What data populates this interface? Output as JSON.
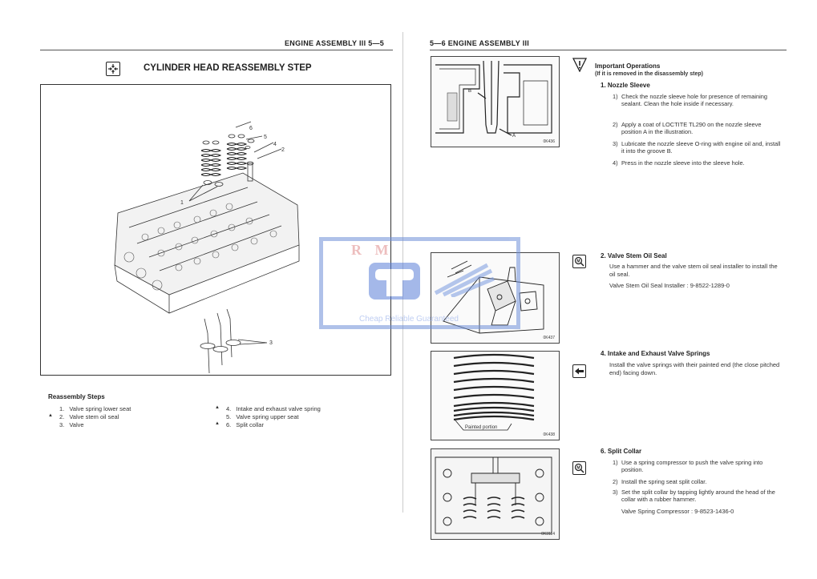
{
  "left_page": {
    "header": "ENGINE ASSEMBLY III 5—5",
    "title": "CYLINDER HEAD REASSEMBLY STEP",
    "callouts": [
      "6",
      "5",
      "4",
      "2",
      "1",
      "3"
    ],
    "reassembly_title": "Reassembly Steps",
    "steps": [
      {
        "num": "1.",
        "text": "Valve spring lower seat",
        "marked": false
      },
      {
        "num": "2.",
        "text": "Valve stem oil seal",
        "marked": true
      },
      {
        "num": "3.",
        "text": "Valve",
        "marked": false
      },
      {
        "num": "4.",
        "text": "Intake and exhaust valve spring",
        "marked": true
      },
      {
        "num": "5.",
        "text": "Valve spring upper seat",
        "marked": false
      },
      {
        "num": "6.",
        "text": "Split collar",
        "marked": true
      }
    ],
    "marker_symbol": "▲"
  },
  "right_page": {
    "header": "5—6 ENGINE ASSEMBLY III",
    "important_title": "Important Operations",
    "important_sub": "(If it is removed in the disassembly step)",
    "sections": [
      {
        "title": "1.  Nozzle Sleeve",
        "items": [
          {
            "n": "1)",
            "text": "Check the nozzle sleeve hole for presence of remaining sealant.  Clean the hole inside if necessary."
          },
          {
            "n": "2)",
            "text": "Apply a coat of LOCTITE TL290 on the nozzle sleeve position A in the illustration."
          },
          {
            "n": "3)",
            "text": "Lubricate the nozzle sleeve O-ring with engine oil and, install it into the groove B."
          },
          {
            "n": "4)",
            "text": "Press in the nozzle sleeve into the sleeve hole."
          }
        ]
      },
      {
        "title": "2.  Valve Stem Oil Seal",
        "body": "Use a hammer and the valve stem oil seal installer to install the oil seal.",
        "tool": "Valve Stem Oil Seal Installer : 9-8522-1289-0"
      },
      {
        "title": "4.  Intake and Exhaust Valve Springs",
        "body": "Install the valve springs with their painted end (the close pitched end) facing down."
      },
      {
        "title": "6.  Split Collar",
        "items": [
          {
            "n": "1)",
            "text": "Use a spring compressor to push the valve spring into position."
          },
          {
            "n": "2)",
            "text": "Install the spring seat split collar."
          },
          {
            "n": "3)",
            "text": "Set the split collar by tapping lightly around the head of the collar with a rubber hammer."
          }
        ],
        "tool": "Valve Spring Compressor : 9-8523-1436-0"
      }
    ],
    "figures": [
      {
        "code": "0K436",
        "labels": [
          "B",
          "A"
        ]
      },
      {
        "code": "0K437"
      },
      {
        "code": "0K438",
        "label": "Painted portion"
      },
      {
        "code": "0K3114"
      }
    ]
  },
  "watermark": {
    "letters": "R M",
    "tagline": "Cheap Reliable Guaranteed"
  }
}
